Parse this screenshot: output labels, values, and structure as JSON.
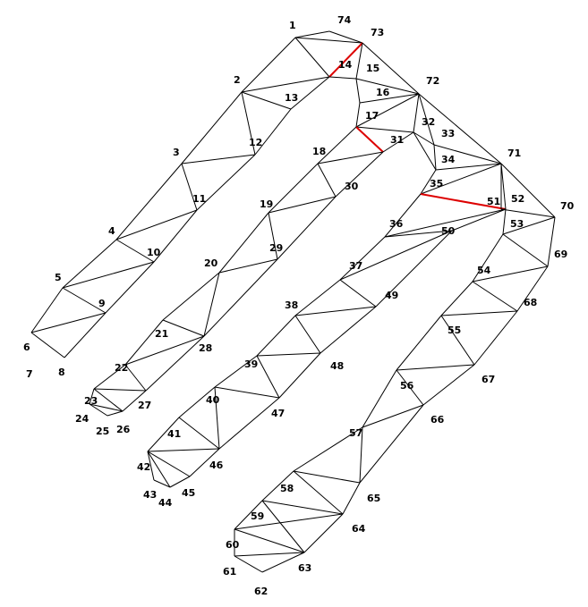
{
  "colors": {
    "background": "#ffffff",
    "edge": "#000000",
    "highlight": "#dd0000"
  },
  "vertex_labels": [
    "1",
    "2",
    "3",
    "4",
    "5",
    "6",
    "7",
    "8",
    "9",
    "10",
    "11",
    "12",
    "13",
    "14",
    "15",
    "16",
    "17",
    "18",
    "19",
    "20",
    "21",
    "22",
    "23",
    "24",
    "25",
    "26",
    "27",
    "28",
    "29",
    "30",
    "31",
    "32",
    "33",
    "34",
    "35",
    "36",
    "37",
    "38",
    "39",
    "40",
    "41",
    "42",
    "43",
    "44",
    "45",
    "46",
    "47",
    "48",
    "49",
    "50",
    "51",
    "52",
    "53",
    "54",
    "55",
    "56",
    "57",
    "58",
    "59",
    "60",
    "61",
    "62",
    "63",
    "64",
    "65",
    "66",
    "67",
    "68",
    "69",
    "70",
    "71",
    "72",
    "73",
    "74"
  ],
  "highlighted_edges": [
    [
      "14",
      "73"
    ],
    [
      "17",
      "31"
    ],
    [
      "35",
      "51"
    ]
  ]
}
